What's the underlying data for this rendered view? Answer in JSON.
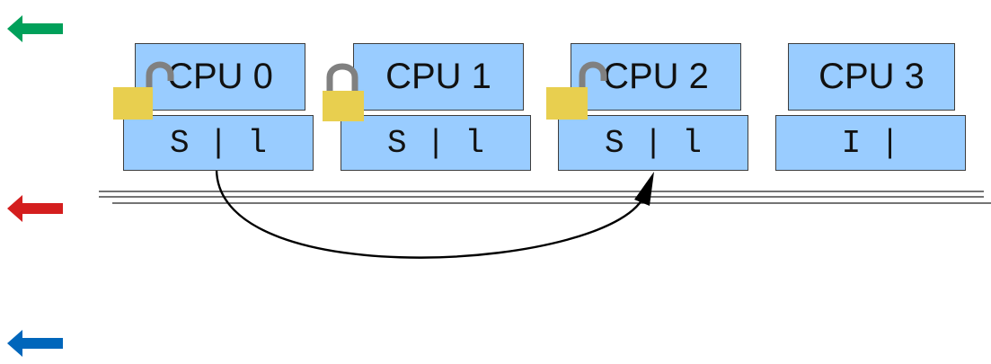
{
  "arrows": [
    {
      "name": "green-left-arrow-icon",
      "color": "#00a05a"
    },
    {
      "name": "red-left-arrow-icon",
      "color": "#d41e1e"
    },
    {
      "name": "blue-left-arrow-icon",
      "color": "#0066bb"
    }
  ],
  "cpus": [
    {
      "label": "CPU 0",
      "state": "S | l",
      "lock": "open"
    },
    {
      "label": "CPU 1",
      "state": "S | l",
      "lock": "closed"
    },
    {
      "label": "CPU 2",
      "state": "S | l",
      "lock": "open"
    },
    {
      "label": "CPU 3",
      "state": "I |",
      "lock": "none"
    }
  ],
  "colors": {
    "box_fill": "#99ccff",
    "lock_body": "#e8cf4f",
    "lock_shackle": "#808080"
  },
  "connector": {
    "from": "CPU 0",
    "to": "CPU 2",
    "style": "curved-arrow"
  }
}
